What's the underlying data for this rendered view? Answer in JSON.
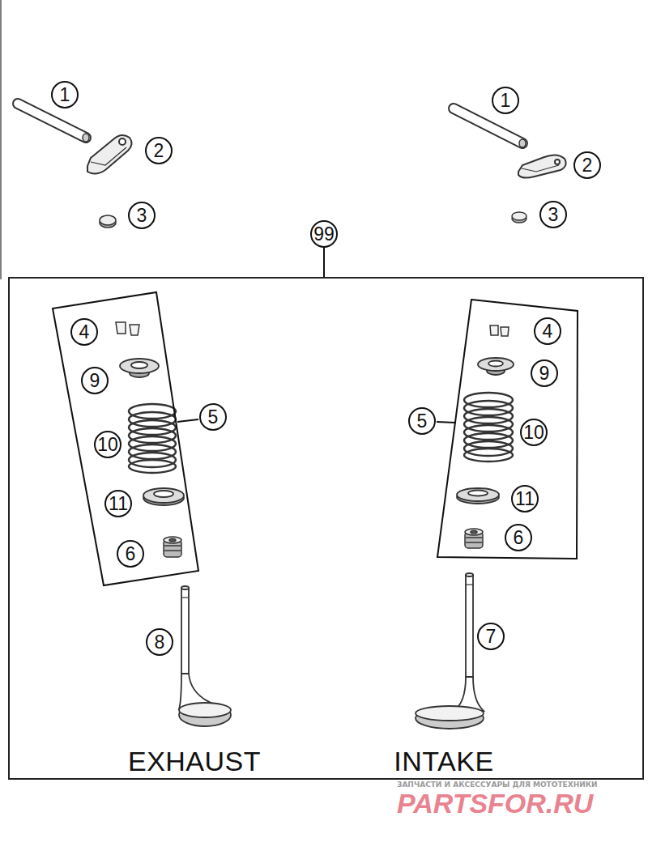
{
  "diagram": {
    "nodes": [
      {
        "text": [
          "99"
        ]
      },
      {
        "text": [
          "5"
        ],
        "in": 0
      },
      {
        "text": [
          "5"
        ],
        "in": 0
      }
    ],
    "labels": [
      "1",
      "2",
      "3",
      "1",
      "2",
      "3",
      "4",
      "9",
      "10",
      "11",
      "6",
      "8",
      "4",
      "9",
      "10",
      "11",
      "6",
      "7",
      "EXHAUST",
      "INTAKE",
      "ЗАПЧАСТИ И АКСЕССУАРЫ ДЛЯ МОТОТЕХНИКИ",
      "PARTSFOR.RU"
    ]
  }
}
